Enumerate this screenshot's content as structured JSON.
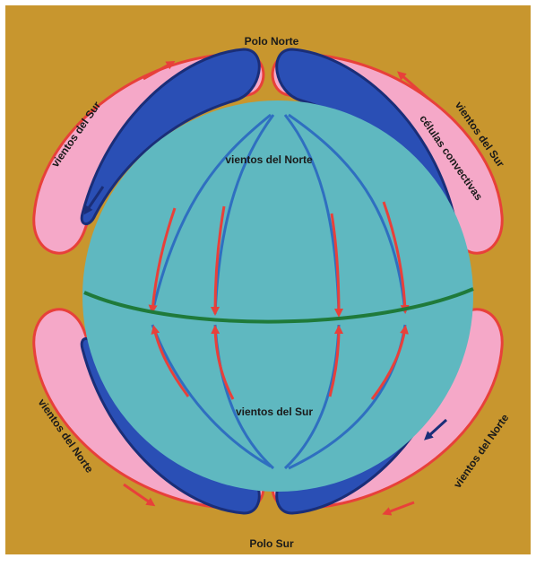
{
  "labels": {
    "north_pole": "Polo Norte",
    "south_pole": "Polo Sur",
    "north_winds_globe": "vientos del Norte",
    "south_winds_globe": "vientos del Sur",
    "top_left_cell": "vientos del Sur",
    "top_right_cell": "vientos del Sur",
    "convective_cells": "células convectivas",
    "bottom_left_cell": "vientos del Norte",
    "bottom_right_cell": "vientos del Norte"
  },
  "colors": {
    "background": "#c8962e",
    "globe": "#5fb8c0",
    "equator": "#1f7a3a",
    "meridian_blue": "#2f6fc0",
    "arrow_red": "#e8403a",
    "cell_pink": "#f5a8c8",
    "cell_blue": "#2a4fb5",
    "cell_outline": "#1a2e78"
  }
}
